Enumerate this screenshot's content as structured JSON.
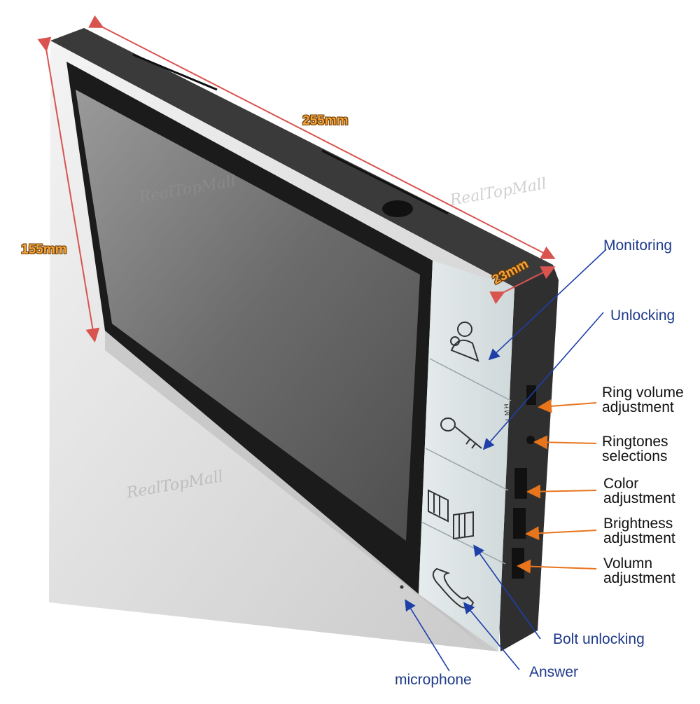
{
  "watermark": "RealTopMall",
  "dimensions": {
    "length": "255mm",
    "height": "155mm",
    "depth": "23mm"
  },
  "buttons": {
    "monitoring": "Monitoring",
    "unlocking": "Unlocking",
    "bolt_unlocking": "Bolt unlocking",
    "answer": "Answer",
    "microphone": "microphone"
  },
  "side_controls": {
    "ring_volume": [
      "Ring volume",
      "adjustment"
    ],
    "ringtones": [
      "Ringtones",
      "selections"
    ],
    "color": [
      "Color",
      "adjustment"
    ],
    "brightness": [
      "Brightness",
      "adjustment"
    ],
    "volumn": [
      "Volumn",
      "adjustment"
    ]
  },
  "switch_marks": "L M H",
  "colors": {
    "label_blue": "#1f3a8a",
    "arrow_blue": "#1e3fa8",
    "arrow_orange": "#e8741c",
    "dimension_red": "#d9534f",
    "dimension_text": "#f2a23a"
  },
  "icons": [
    "monitoring-person-icon",
    "key-icon",
    "gate-icon",
    "handset-icon"
  ]
}
